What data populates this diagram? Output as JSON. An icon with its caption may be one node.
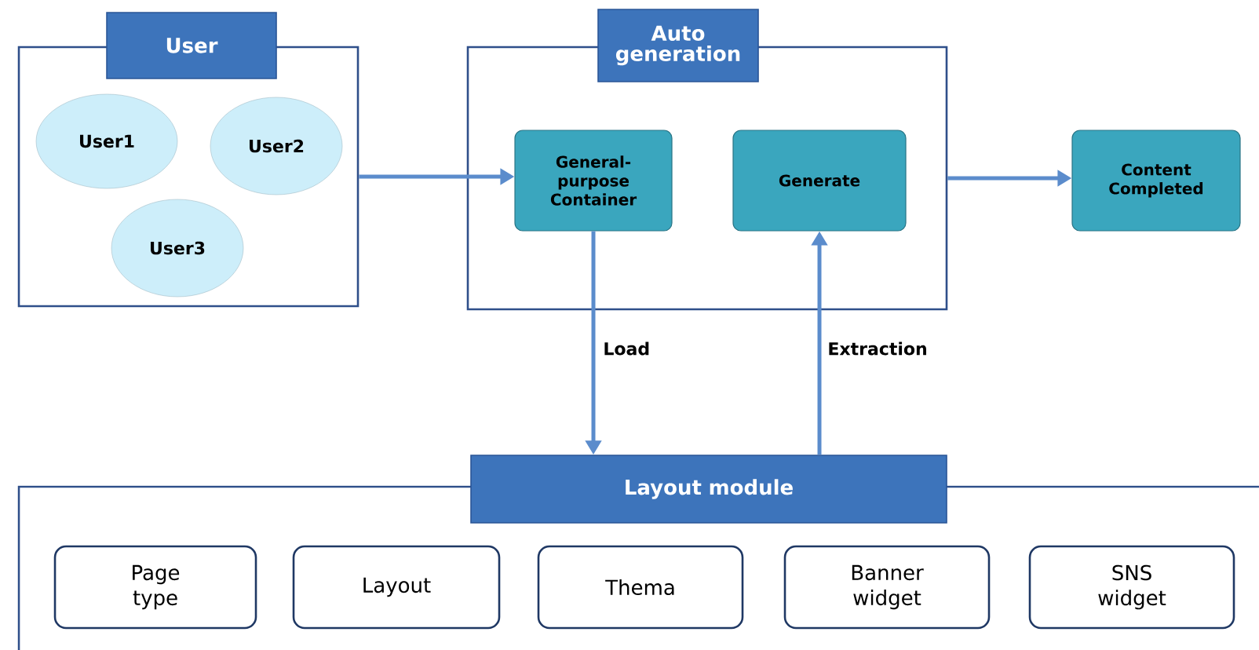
{
  "diagram": {
    "nodes": [
      {
        "text": [
          "User"
        ]
      },
      {
        "text": [
          "User1"
        ],
        "in": 0
      },
      {
        "text": [
          "User2"
        ],
        "in": 0
      },
      {
        "text": [
          "User3"
        ],
        "in": 0
      },
      {
        "text": [
          "Auto generation"
        ]
      },
      {
        "text": [
          "General-purpose Container"
        ],
        "in": 4
      },
      {
        "text": [
          "Generate"
        ],
        "in": 4
      },
      {
        "text": [
          "Content Completed"
        ]
      },
      {
        "text": [
          "Layout module"
        ]
      },
      {
        "text": [
          "Page type"
        ],
        "in": 8
      },
      {
        "text": [
          "Layout"
        ],
        "in": 8
      },
      {
        "text": [
          "Thema"
        ],
        "in": 8
      },
      {
        "text": [
          "Banner widget"
        ],
        "in": 8
      },
      {
        "text": [
          "SNS widget"
        ],
        "in": 8
      }
    ],
    "edges": [
      {
        "from": 0,
        "to": 5,
        "arrow": "to"
      },
      {
        "from": 4,
        "to": 7,
        "arrow": "to"
      },
      {
        "from": 5,
        "to": 8,
        "arrow": "to",
        "label": "Load"
      },
      {
        "from": 8,
        "to": 6,
        "arrow": "to",
        "label": "Extraction"
      }
    ]
  }
}
